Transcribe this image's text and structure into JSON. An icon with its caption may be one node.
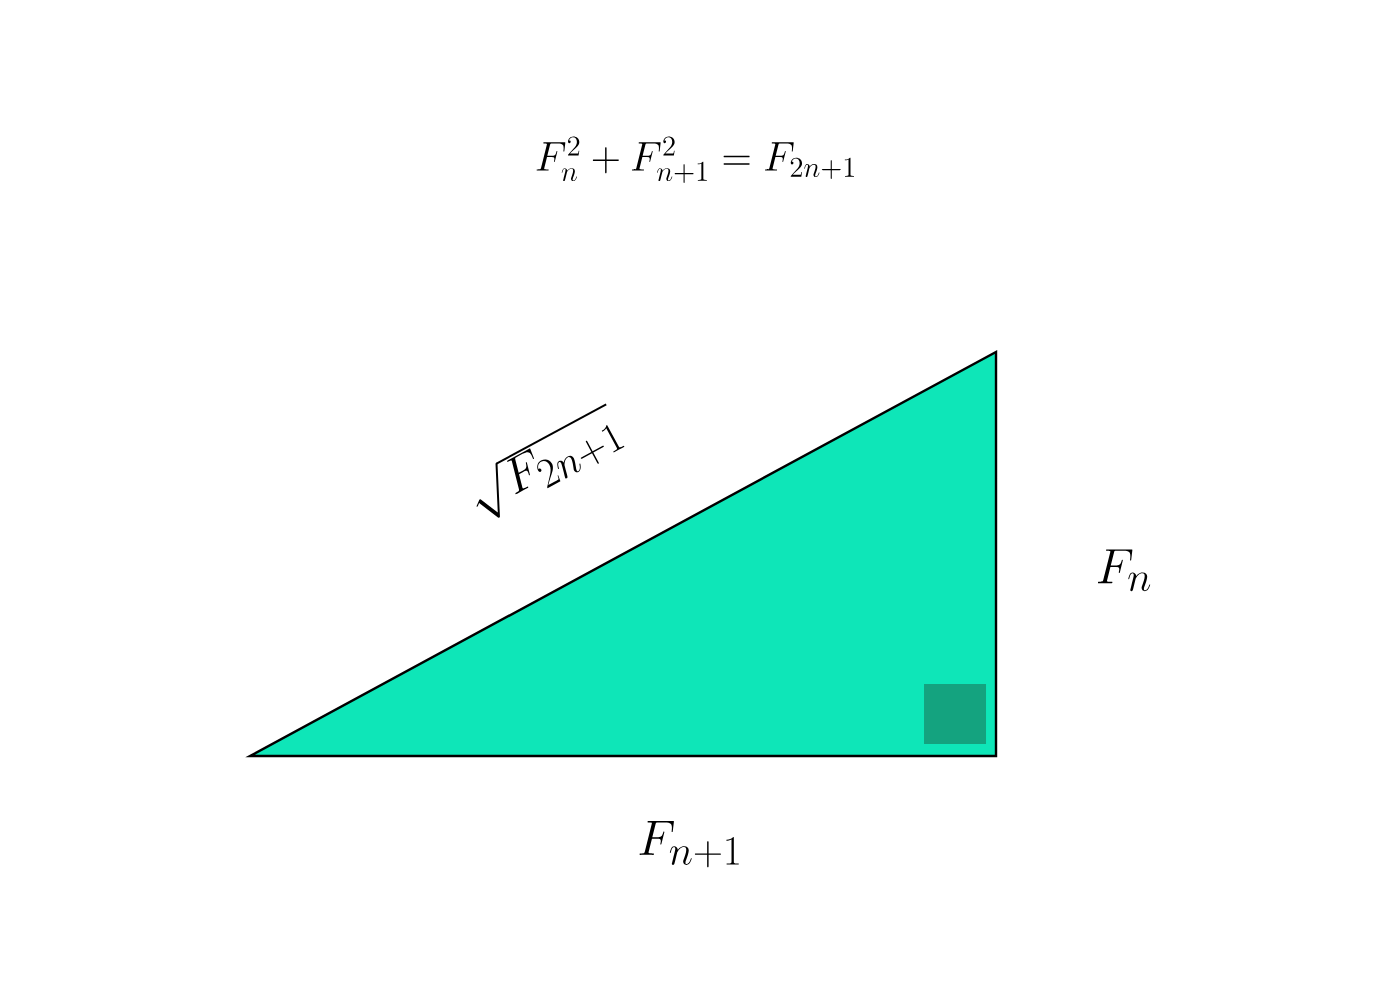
{
  "diagram": {
    "title": "F_n^2 + F_{n+1}^2 = F_{2n+1}",
    "labels": [
      "\\sqrt{F_{2n+1}}",
      "F_n",
      "F_{n+1}"
    ]
  }
}
